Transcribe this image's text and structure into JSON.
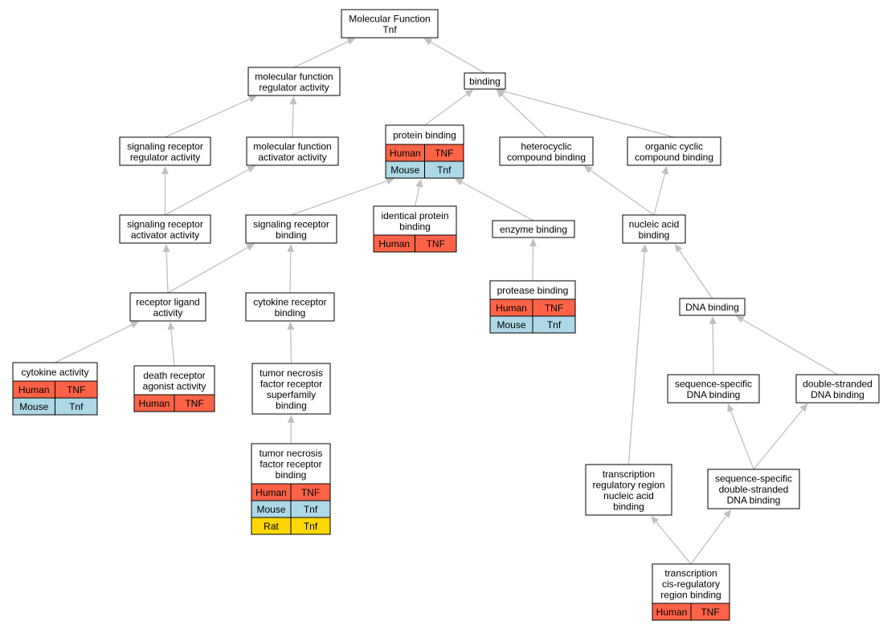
{
  "colors": {
    "human": "#ff6347",
    "mouse": "#add8e6",
    "rat": "#ffd700",
    "edge": "#c0c0c0",
    "node_border": "#000000",
    "node_fill": "#ffffff"
  },
  "nodes": {
    "root": {
      "lines": [
        "Molecular Function",
        "Tnf"
      ]
    },
    "mfra": {
      "lines": [
        "molecular function",
        "regulator activity"
      ]
    },
    "binding": {
      "lines": [
        "binding"
      ]
    },
    "srra": {
      "lines": [
        "signaling receptor",
        "regulator activity"
      ]
    },
    "mfaa": {
      "lines": [
        "molecular function",
        "activator activity"
      ]
    },
    "protein_binding": {
      "lines": [
        "protein binding"
      ],
      "rows": [
        [
          "Human",
          "TNF"
        ],
        [
          "Mouse",
          "Tnf"
        ]
      ]
    },
    "hetero": {
      "lines": [
        "heterocyclic",
        "compound binding"
      ]
    },
    "organic": {
      "lines": [
        "organic cyclic",
        "compound binding"
      ]
    },
    "sraa": {
      "lines": [
        "signaling receptor",
        "activator activity"
      ]
    },
    "srb": {
      "lines": [
        "signaling receptor",
        "binding"
      ]
    },
    "ipb": {
      "lines": [
        "identical protein",
        "binding"
      ],
      "rows": [
        [
          "Human",
          "TNF"
        ]
      ]
    },
    "enzyme": {
      "lines": [
        "enzyme binding"
      ]
    },
    "nab": {
      "lines": [
        "nucleic acid",
        "binding"
      ]
    },
    "rla": {
      "lines": [
        "receptor ligand",
        "activity"
      ]
    },
    "crb": {
      "lines": [
        "cytokine receptor",
        "binding"
      ]
    },
    "protease": {
      "lines": [
        "protease binding"
      ],
      "rows": [
        [
          "Human",
          "TNF"
        ],
        [
          "Mouse",
          "Tnf"
        ]
      ]
    },
    "dna": {
      "lines": [
        "DNA binding"
      ]
    },
    "cytokine": {
      "lines": [
        "cytokine activity"
      ],
      "rows": [
        [
          "Human",
          "TNF"
        ],
        [
          "Mouse",
          "Tnf"
        ]
      ]
    },
    "drag": {
      "lines": [
        "death receptor",
        "agonist activity"
      ],
      "rows": [
        [
          "Human",
          "TNF"
        ]
      ]
    },
    "tnfrsf": {
      "lines": [
        "tumor necrosis",
        "factor receptor",
        "superfamily",
        "binding"
      ]
    },
    "ssdna": {
      "lines": [
        "sequence-specific",
        "DNA binding"
      ]
    },
    "dsdna": {
      "lines": [
        "double-stranded",
        "DNA binding"
      ]
    },
    "tnfr": {
      "lines": [
        "tumor necrosis",
        "factor receptor",
        "binding"
      ],
      "rows": [
        [
          "Human",
          "TNF"
        ],
        [
          "Mouse",
          "Tnf"
        ],
        [
          "Rat",
          "Tnf"
        ]
      ]
    },
    "trr": {
      "lines": [
        "transcription",
        "regulatory region",
        "nucleic acid",
        "binding"
      ]
    },
    "ssds": {
      "lines": [
        "sequence-specific",
        "double-stranded",
        "DNA binding"
      ]
    },
    "tcrr": {
      "lines": [
        "transcription",
        "cis-regulatory",
        "region binding"
      ],
      "rows": [
        [
          "Human",
          "TNF"
        ]
      ]
    }
  },
  "edges": [
    [
      "mfra",
      "root"
    ],
    [
      "binding",
      "root"
    ],
    [
      "srra",
      "mfra"
    ],
    [
      "mfaa",
      "mfra"
    ],
    [
      "protein_binding",
      "binding"
    ],
    [
      "hetero",
      "binding"
    ],
    [
      "organic",
      "binding"
    ],
    [
      "sraa",
      "srra"
    ],
    [
      "sraa",
      "mfaa"
    ],
    [
      "srb",
      "protein_binding"
    ],
    [
      "ipb",
      "protein_binding"
    ],
    [
      "enzyme",
      "protein_binding"
    ],
    [
      "nab",
      "hetero"
    ],
    [
      "nab",
      "organic"
    ],
    [
      "rla",
      "sraa"
    ],
    [
      "rla",
      "srb"
    ],
    [
      "crb",
      "srb"
    ],
    [
      "protease",
      "enzyme"
    ],
    [
      "dna",
      "nab"
    ],
    [
      "cytokine",
      "rla"
    ],
    [
      "drag",
      "rla"
    ],
    [
      "tnfrsf",
      "crb"
    ],
    [
      "ssdna",
      "dna"
    ],
    [
      "dsdna",
      "dna"
    ],
    [
      "tnfr",
      "tnfrsf"
    ],
    [
      "trr",
      "nab"
    ],
    [
      "ssds",
      "ssdna"
    ],
    [
      "ssds",
      "dsdna"
    ],
    [
      "tcrr",
      "trr"
    ],
    [
      "tcrr",
      "ssds"
    ]
  ]
}
